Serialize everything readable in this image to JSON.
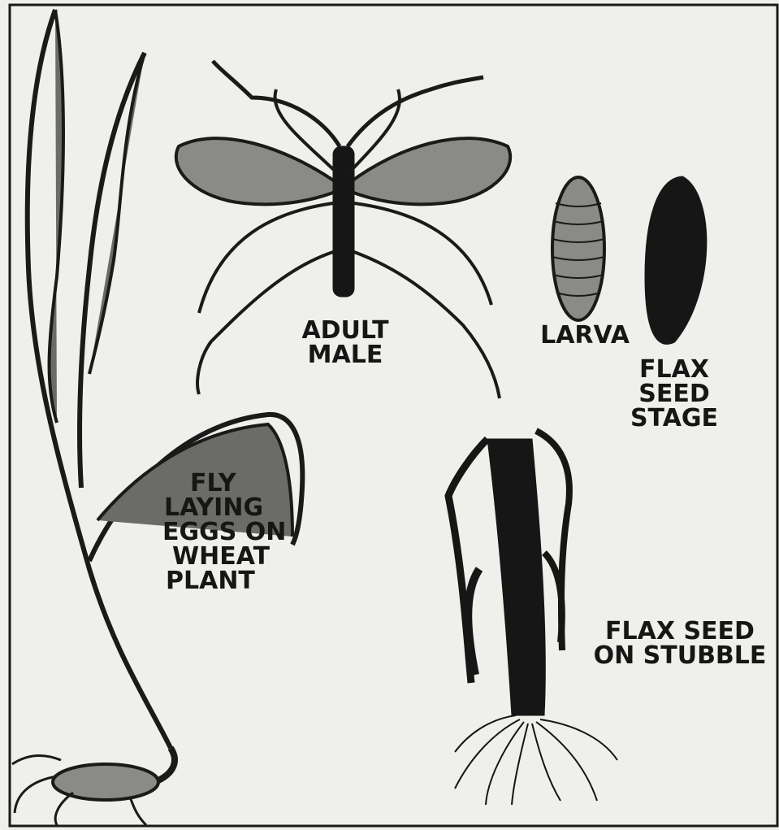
{
  "labels": {
    "adult_male": [
      "ADULT",
      "MALE"
    ],
    "larva": [
      "LARVA"
    ],
    "flax_seed_stage": [
      "FLAX",
      "SEED",
      "STAGE"
    ],
    "fly_laying_eggs": [
      "FLY",
      "LAYING",
      "EGGS ON",
      "WHEAT",
      "PLANT"
    ],
    "flax_seed_on_stubble": [
      "FLAX SEED",
      "ON STUBBLE"
    ]
  },
  "colors": {
    "paper": "#efefeb",
    "ink": "#161616",
    "wing": "#8a8a86",
    "leaf": "#6b6b67"
  }
}
